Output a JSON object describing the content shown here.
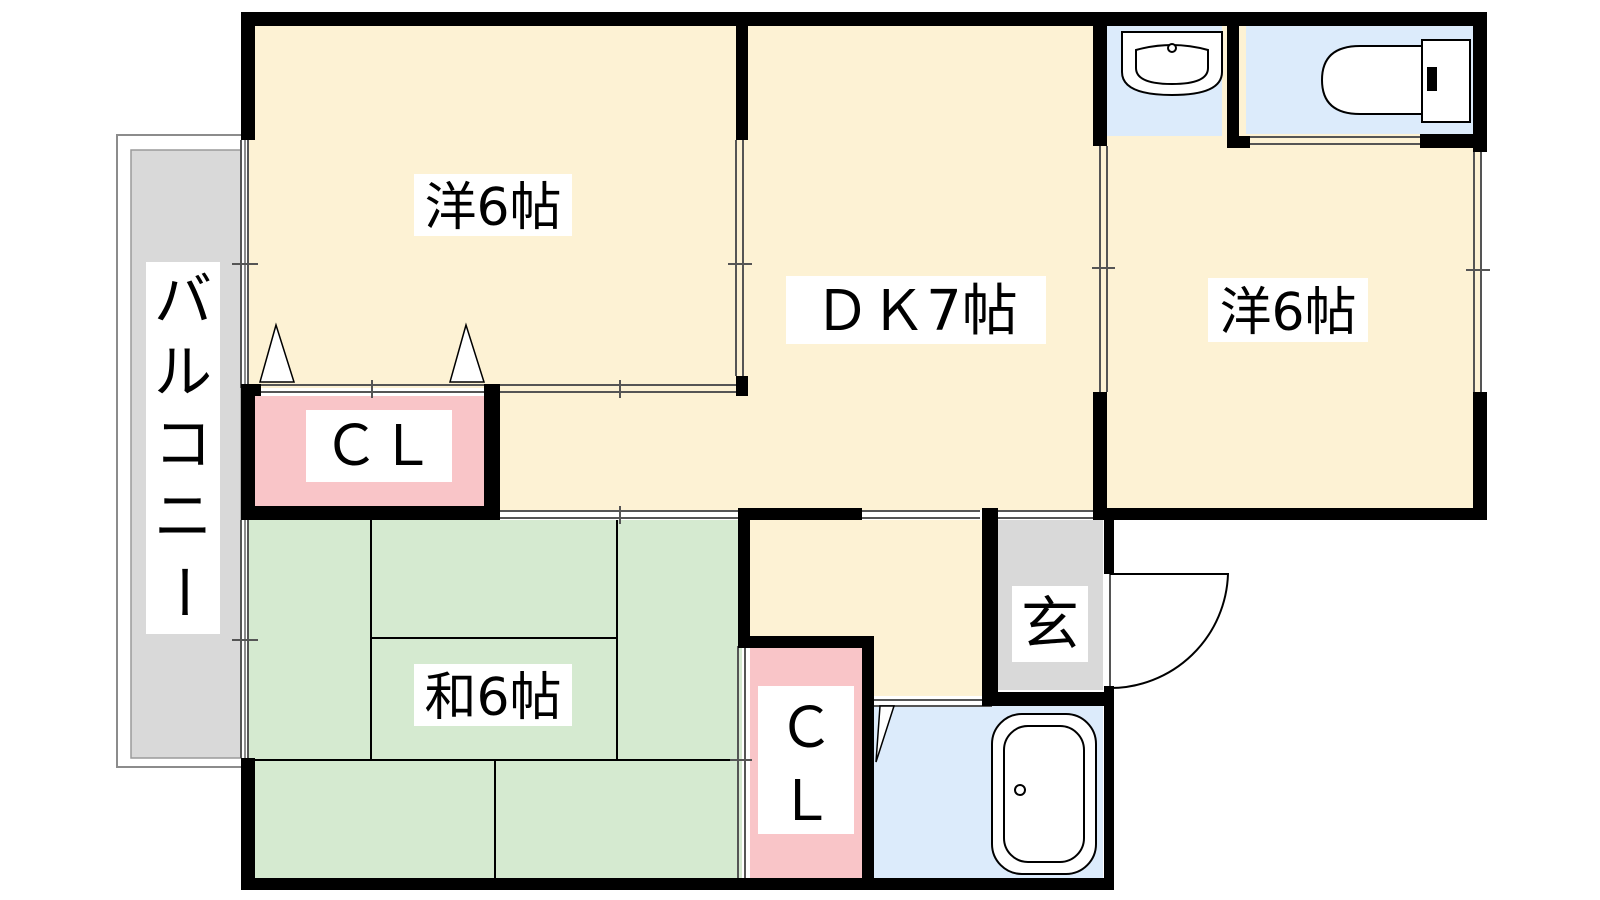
{
  "rooms": {
    "western_room_1": "洋6帖",
    "dining_kitchen": "ＤＫ7帖",
    "western_room_2": "洋6帖",
    "japanese_room": "和6帖",
    "closet_top": "ＣＬ",
    "closet_bottom_line1": "Ｃ",
    "closet_bottom_line2": "Ｌ",
    "entrance": "玄",
    "balcony_chars": [
      "バ",
      "ル",
      "コ",
      "ニ",
      "ー"
    ]
  },
  "colors": {
    "western_floor": "#fdf2d4",
    "tatami": "#d5ead0",
    "closet": "#f9c5c8",
    "wet_area": "#dcebfb",
    "balcony": "#d9d9d9",
    "entrance": "#d9d9d9",
    "wall": "#000000"
  }
}
